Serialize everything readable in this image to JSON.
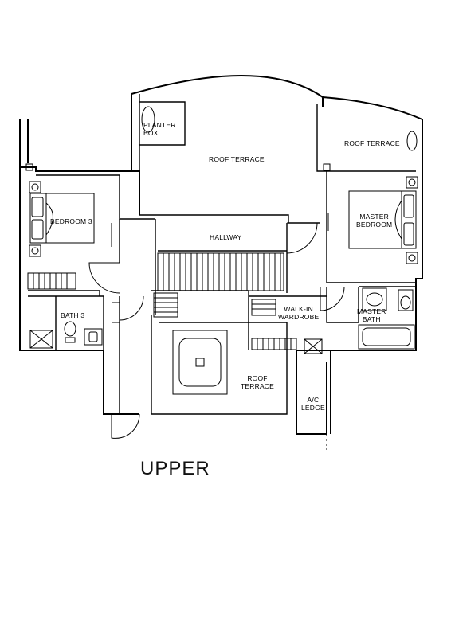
{
  "plan": {
    "title": "UPPER",
    "rooms": {
      "planter_box": [
        "PLANTER",
        "BOX"
      ],
      "roof_terrace_main": "ROOF TERRACE",
      "roof_terrace_right": "ROOF TERRACE",
      "bedroom3": "BEDROOM 3",
      "hallway": "HALLWAY",
      "master_bedroom": [
        "MASTER",
        "BEDROOM"
      ],
      "bath3": "BATH 3",
      "walkin_wardrobe": [
        "WALK-IN",
        "WARDROBE"
      ],
      "master_bath": [
        "MASTER",
        "BATH"
      ],
      "roof_terrace_lower": [
        "ROOF",
        "TERRACE"
      ],
      "ac_ledge": [
        "A/C",
        "LEDGE"
      ]
    }
  }
}
